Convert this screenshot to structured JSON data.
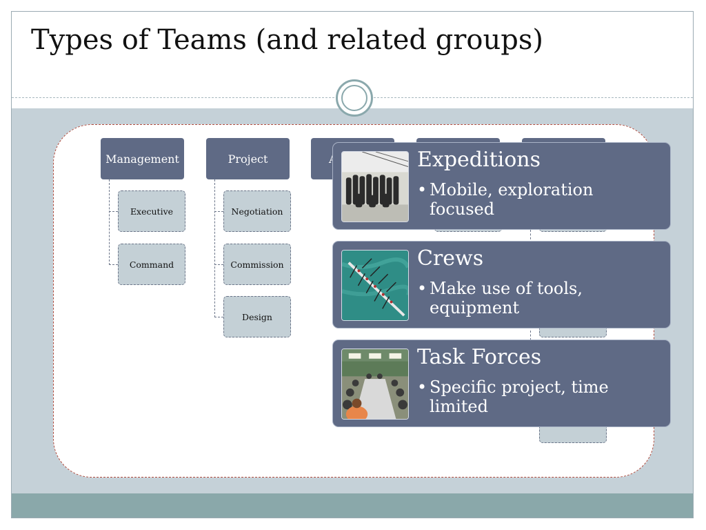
{
  "slide": {
    "title": "Types of Teams (and related groups)",
    "colors": {
      "title_bar": "#ffffff",
      "background": "#c5d1d8",
      "bottom_band": "#8aa8aa",
      "node_dark": "#5f6a85",
      "node_light": "#c4d0d6",
      "panel_border": "#b04a3c"
    }
  },
  "org_chart": {
    "columns": [
      {
        "head": "Management",
        "children": [
          "Executive",
          "Command"
        ]
      },
      {
        "head": "Project",
        "children": [
          "Negotiation",
          "Commission",
          "Design"
        ]
      },
      {
        "head": "A",
        "children": []
      }
    ]
  },
  "cards": [
    {
      "title": "Expeditions",
      "bullet": "Mobile, exploration focused",
      "photo_icon": "expedition-group-photo"
    },
    {
      "title": "Crews",
      "bullet": "Make use of tools, equipment",
      "photo_icon": "rowing-crew-photo"
    },
    {
      "title": "Task Forces",
      "bullet": "Specific project, time limited",
      "photo_icon": "meeting-table-photo"
    }
  ]
}
